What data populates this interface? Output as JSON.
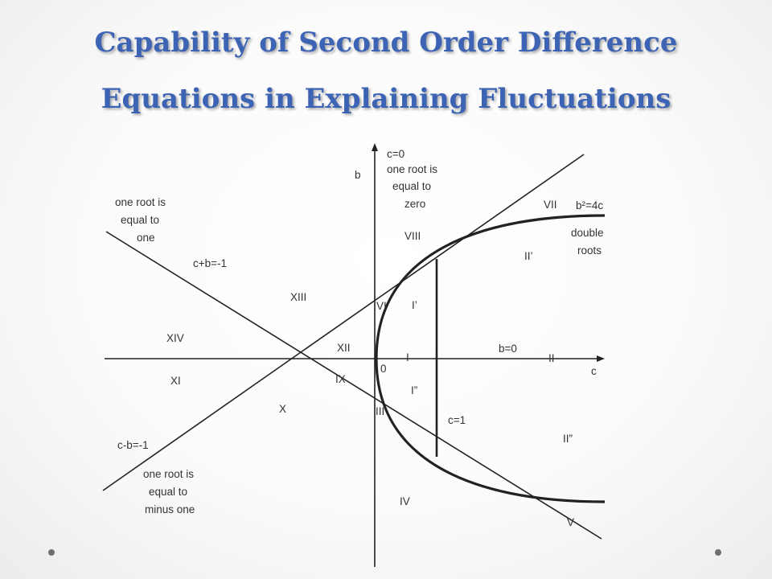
{
  "title": {
    "line1": "Capability of Second Order Difference",
    "line2": "Equations in Explaining Fluctuations"
  },
  "colors": {
    "title": "#3d64b4",
    "lines": "#222222",
    "text": "#333333"
  },
  "axes": {
    "b_axis": "b",
    "c_axis": "c",
    "origin": "0"
  },
  "curves": {
    "parabola": "b²=4c",
    "line_c_plus_b": "c+b=-1",
    "line_c_minus_b": "c-b=-1",
    "vertical_c1": "c=1",
    "axis_b0": "b=0",
    "axis_c0": "c=0"
  },
  "annotations": {
    "one_root_zero": [
      "one root is",
      "equal to",
      "zero"
    ],
    "one_root_one": [
      "one root is",
      "equal to",
      "one"
    ],
    "one_root_minus_one": [
      "one root is",
      "equal to",
      "minus one"
    ],
    "double_roots": [
      "double",
      "roots"
    ]
  },
  "regions": {
    "I": "I",
    "I_prime": "I’",
    "I_dprime": "I”",
    "II": "II",
    "II_prime": "II’",
    "II_dprime": "II”",
    "III": "III",
    "IV": "IV",
    "V": "V",
    "VI": "VI",
    "VII": "VII",
    "VIII": "VIII",
    "IX": "IX",
    "X": "X",
    "XI": "XI",
    "XII": "XII",
    "XIII": "XIII",
    "XIV": "XIV"
  }
}
